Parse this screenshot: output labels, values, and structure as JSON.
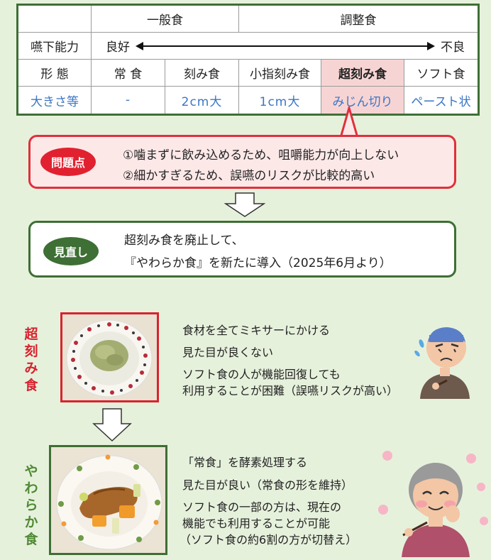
{
  "table": {
    "general_food": "一般食",
    "adjusted_food": "調整食",
    "swallow_label": "嚥下能力",
    "swallow_good": "良好",
    "swallow_poor": "不良",
    "form_label": "形 態",
    "size_label": "大きさ等",
    "forms": [
      "常 食",
      "刻み食",
      "小指刻み食",
      "超刻み食",
      "ソフト食"
    ],
    "sizes": [
      "-",
      "2cm大",
      "1cm大",
      "みじん切り",
      "ペースト状"
    ]
  },
  "problem": {
    "badge": "問題点",
    "line1": "①噛まずに飲み込めるため、咀嚼能力が向上しない",
    "line2": "②細かすぎるため、誤嚥のリスクが比較的高い"
  },
  "review": {
    "badge": "見直し",
    "line1": "超刻み食を廃止して、",
    "line2": "『やわらか食』を新たに導入（2025年6月より）"
  },
  "old_food": {
    "label": "超刻み食",
    "desc": [
      "食材を全てミキサーにかける",
      "見た目が良くない",
      "ソフト食の人が機能回復しても",
      "利用することが困難（誤嚥リスクが高い）"
    ]
  },
  "new_food": {
    "label": "やわらか食",
    "desc": [
      "「常食」を酵素処理する",
      "見た目が良い（常食の形を維持）",
      "ソフト食の一部の方は、現在の",
      "機能でも利用することが可能",
      "（ソフト食の約6割の方が切替え）"
    ]
  },
  "colors": {
    "table_border": "#3f6f36",
    "highlight_cell": "#f7d4d4",
    "size_text": "#3a76c4",
    "problem_border": "#e0303c",
    "problem_bg": "#fde8e8",
    "review_border": "#3e6f34",
    "background": "#e6f1dc"
  }
}
